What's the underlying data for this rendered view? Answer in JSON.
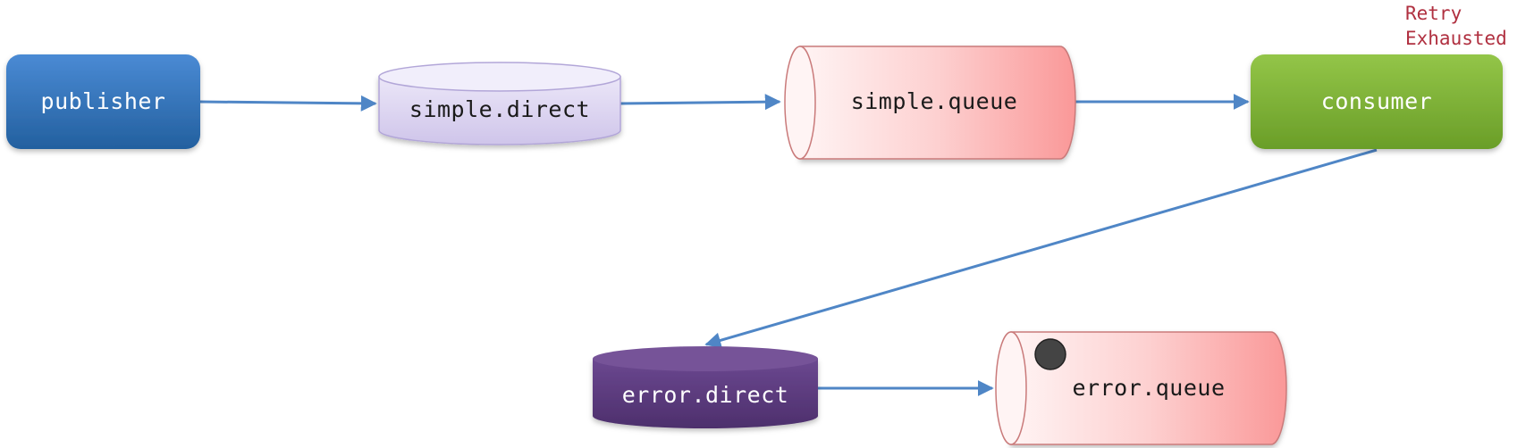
{
  "nodes": {
    "publisher": {
      "label": "publisher"
    },
    "simple_direct": {
      "label": "simple.direct"
    },
    "simple_queue": {
      "label": "simple.queue"
    },
    "consumer": {
      "label": "consumer"
    },
    "error_direct": {
      "label": "error.direct"
    },
    "error_queue": {
      "label": "error.queue"
    }
  },
  "annotation": {
    "line1": "Retry",
    "line2": "Exhausted"
  },
  "colors": {
    "publisher": "#2f6fb8",
    "simple_direct": "#ddd6f1",
    "queue_light": "#fff0f0",
    "queue_dark": "#fb9c9c",
    "consumer": "#7ab030",
    "error_direct": "#5b3a7e",
    "arrow": "#4f86c6",
    "annotation": "#b03040",
    "message_dot": "#444444"
  }
}
